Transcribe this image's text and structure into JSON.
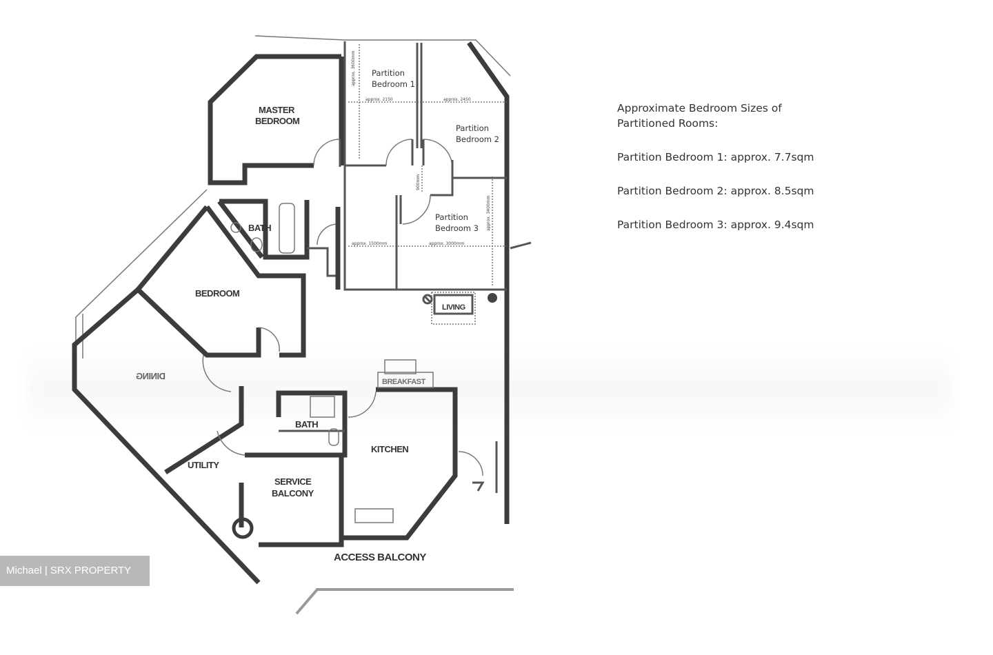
{
  "floor_plan": {
    "rooms": {
      "master_bedroom": [
        "MASTER",
        "BEDROOM"
      ],
      "bath": "BATH",
      "bedroom": "BEDROOM",
      "dining": "DINING",
      "living": "LIVING",
      "bath2": "BATH",
      "kitchen": "KITCHEN",
      "utility": "UTILITY",
      "service_balcony": [
        "SERVICE",
        "BALCONY"
      ],
      "access_balcony": "ACCESS BALCONY",
      "breakfast": "BREAKFAST"
    },
    "partitions": [
      {
        "label": [
          "Partition",
          "Bedroom 1"
        ]
      },
      {
        "label": [
          "Partition",
          "Bedroom 2"
        ]
      },
      {
        "label": [
          "Partition",
          "Bedroom 3"
        ]
      }
    ],
    "dimensions": {
      "pb1_height": "approx. 3600mm",
      "pb1_width": "approx. 2150",
      "pb2_width": "approx. 2450",
      "door_gap": "900mm",
      "corridor_width": "approx. 1500mm",
      "pb3_width": "approx. 3000mm",
      "pb3_height": "approx. 3400mm"
    }
  },
  "notes": {
    "title": "Approximate Bedroom Sizes of Partitioned Rooms:",
    "items": [
      "Partition Bedroom 1: approx. 7.7sqm",
      "Partition Bedroom 2: approx. 8.5sqm",
      "Partition Bedroom 3: approx. 9.4sqm"
    ]
  },
  "watermark": "Michael | SRX PROPERTY"
}
